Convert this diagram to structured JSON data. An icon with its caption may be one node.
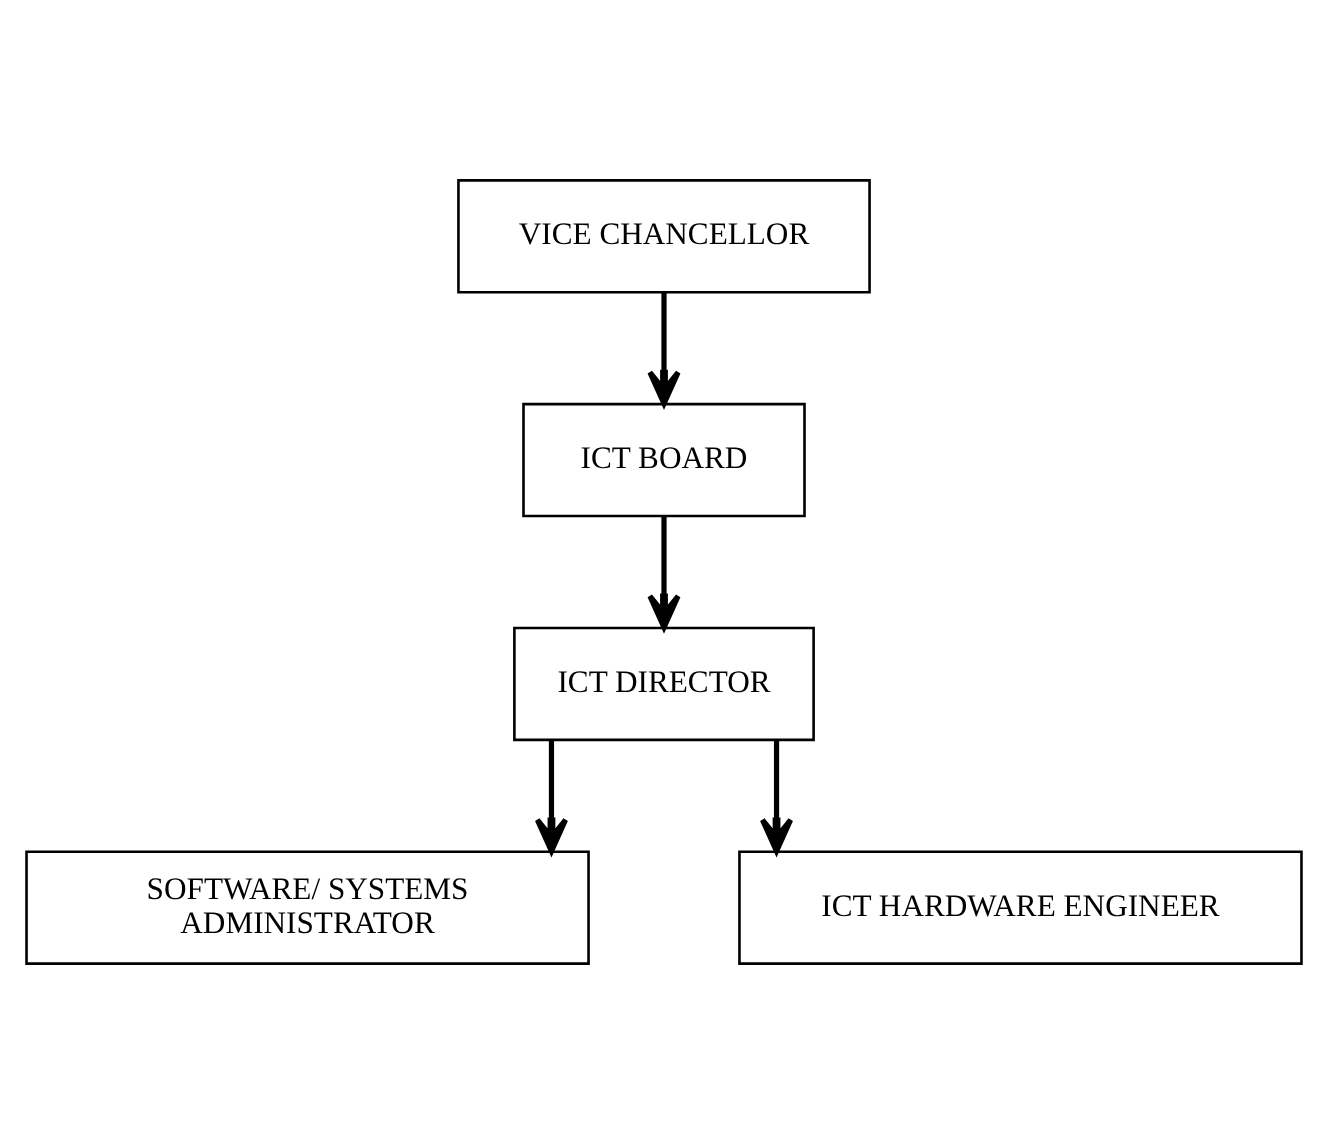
{
  "diagram": {
    "nodes": [
      {
        "text": [
          "VICE CHANCELLOR"
        ]
      },
      {
        "text": [
          "ICT BOARD"
        ]
      },
      {
        "text": [
          "ICT DIRECTOR"
        ]
      },
      {
        "text": [
          "SOFTWARE/ SYSTEMS ADMINISTRATOR"
        ]
      },
      {
        "text": [
          "ICT HARDWARE ENGINEER"
        ]
      }
    ],
    "edges": [
      {
        "from": 0,
        "to": 1,
        "arrow": "to"
      },
      {
        "from": 1,
        "to": 2,
        "arrow": "to"
      },
      {
        "from": 2,
        "to": 3,
        "arrow": "to"
      },
      {
        "from": 2,
        "to": 4,
        "arrow": "to"
      }
    ]
  }
}
